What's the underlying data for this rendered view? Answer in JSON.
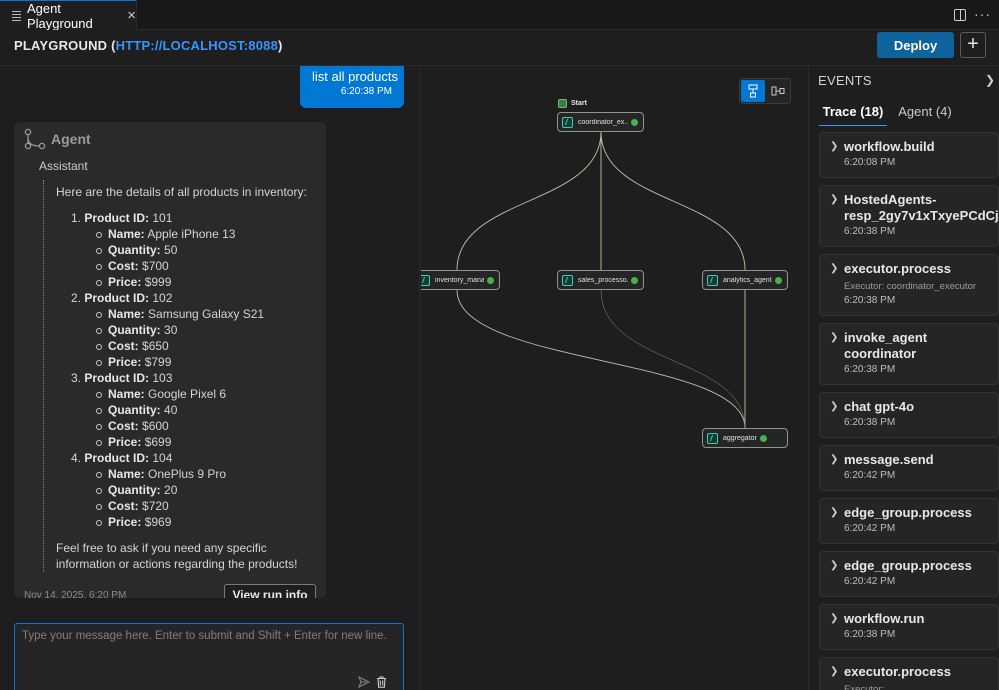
{
  "tab": {
    "title": "Agent Playground",
    "close": "×"
  },
  "header": {
    "title_prefix": "PLAYGROUND (",
    "url": "HTTP://LOCALHOST:8088",
    "title_suffix": ")",
    "deploy_label": "Deploy",
    "add_label": "+"
  },
  "chat": {
    "user_message": {
      "text": "list all products",
      "time": "6:20:38 PM"
    },
    "agent": {
      "name": "Agent",
      "role": "Assistant",
      "intro": "Here are the details of all products in inventory:",
      "field_labels": {
        "id": "Product ID:",
        "name": "Name:",
        "quantity": "Quantity:",
        "cost": "Cost:",
        "price": "Price:"
      },
      "products": [
        {
          "num": "1.",
          "id": "101",
          "name": "Apple iPhone 13",
          "quantity": "50",
          "cost": "$700",
          "price": "$999"
        },
        {
          "num": "2.",
          "id": "102",
          "name": "Samsung Galaxy S21",
          "quantity": "30",
          "cost": "$650",
          "price": "$799"
        },
        {
          "num": "3.",
          "id": "103",
          "name": "Google Pixel 6",
          "quantity": "40",
          "cost": "$600",
          "price": "$699"
        },
        {
          "num": "4.",
          "id": "104",
          "name": "OnePlus 9 Pro",
          "quantity": "20",
          "cost": "$720",
          "price": "$969"
        }
      ],
      "outro": "Feel free to ask if you need any specific information or actions regarding the products!",
      "date": "Nov 14, 2025, 6:20 PM",
      "view_run_info_label": "View run info"
    },
    "input": {
      "placeholder": "Type your message here. Enter to submit and Shift + Enter for new line."
    }
  },
  "graph": {
    "start_label": "Start",
    "nodes": {
      "coordinator": "coordinator_ex...",
      "inventory": "inventory_mana...",
      "sales": "sales_processo...",
      "analytics": "analytics_agent...",
      "aggregator": "aggregator"
    },
    "accent_color": "#0078d4",
    "edge_color": "#b6c9a0",
    "status_color": "#4caf50"
  },
  "events": {
    "title": "EVENTS",
    "tabs": {
      "trace": "Trace (18)",
      "agent": "Agent (4)"
    },
    "items": [
      {
        "title": "workflow.build",
        "subtitle": "",
        "time": "6:20:08 PM"
      },
      {
        "title": "HostedAgents-resp_2gy7v1xTxyePCdCj",
        "subtitle": "",
        "time": "6:20:38 PM"
      },
      {
        "title": "executor.process",
        "subtitle": "Executor: coordinator_executor",
        "time": "6:20:38 PM"
      },
      {
        "title": "invoke_agent coordinator",
        "subtitle": "",
        "time": "6:20:38 PM"
      },
      {
        "title": "chat gpt-4o",
        "subtitle": "",
        "time": "6:20:38 PM"
      },
      {
        "title": "message.send",
        "subtitle": "",
        "time": "6:20:42 PM"
      },
      {
        "title": "edge_group.process",
        "subtitle": "",
        "time": "6:20:42 PM"
      },
      {
        "title": "edge_group.process",
        "subtitle": "",
        "time": "6:20:42 PM"
      },
      {
        "title": "workflow.run",
        "subtitle": "",
        "time": "6:20:38 PM"
      },
      {
        "title": "executor.process",
        "subtitle": "Executor:",
        "time": ""
      }
    ]
  }
}
